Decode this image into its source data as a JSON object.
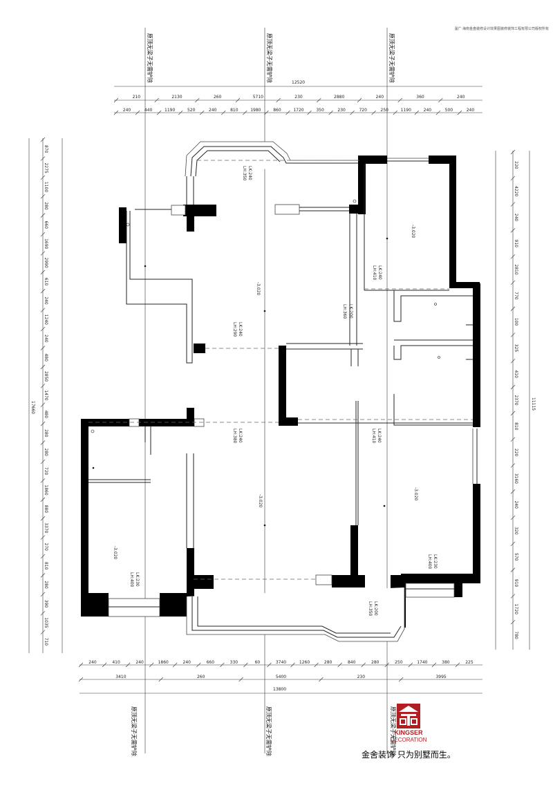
{
  "header": {
    "note": "温广·海南金盘装修设计效果图装修装饰工程有限公司版权所有"
  },
  "beam_notes": {
    "top_left": "原顶无梁子无需铲除",
    "top_mid": "原顶无梁子无需铲除",
    "top_right": "原顶无梁子无需铲除",
    "bottom_left": "原顶无梁子无需铲除",
    "bottom_mid": "原顶无梁子无需铲除",
    "bottom_right": "原顶无梁子无需铲除"
  },
  "dims_top": {
    "total": "12520",
    "row1": [
      "210",
      "2130",
      "260",
      "5710",
      "230",
      "2880",
      "240",
      "360",
      "240"
    ],
    "row2": [
      "240",
      "440",
      "1190",
      "520",
      "240",
      "810",
      "1980",
      "860",
      "1720",
      "350",
      "230",
      "720",
      "250",
      "1190",
      "240",
      "500",
      "240"
    ]
  },
  "dims_bottom": {
    "total": "13800",
    "row1": [
      "240",
      "410",
      "240",
      "1860",
      "240",
      "660",
      "330",
      "60",
      "3740",
      "1260",
      "280",
      "840",
      "280",
      "250",
      "1740",
      "380",
      "225"
    ],
    "row2": [
      "3410",
      "260",
      "5400",
      "230",
      "3995"
    ]
  },
  "dims_left": {
    "total": "17660",
    "row1": [
      "870",
      "2275",
      "1100",
      "280",
      "660",
      "1690",
      "2990",
      "610",
      "240",
      "1240",
      "240",
      "480",
      "2850",
      "1470",
      "480",
      "280",
      "280",
      "720",
      "1860",
      "880",
      "3370",
      "270",
      "810",
      "280",
      "390",
      "1035",
      "710"
    ]
  },
  "dims_right": {
    "total": "11115",
    "row1": [
      "220",
      "4220",
      "240",
      "910",
      "2810",
      "770",
      "100",
      "325",
      "410",
      "2370",
      "810",
      "220",
      "3160",
      "240",
      "320",
      "570",
      "910",
      "1720",
      "780"
    ]
  },
  "rooms": [
    {
      "name": "living-room",
      "elevation": "-3.020",
      "window": "LK:240",
      "height": "LH:350"
    },
    {
      "name": "master-bedroom",
      "elevation": "-3.020",
      "window": "LK:240",
      "height": "LH:410"
    },
    {
      "name": "kitchen-passage",
      "elevation": "",
      "window": "LK:200",
      "height": "LH:360"
    },
    {
      "name": "left-hall",
      "elevation": "",
      "window": "LK:240",
      "height": "LH:290"
    },
    {
      "name": "dining-room",
      "elevation": "-3.020",
      "window": "LK:240",
      "height": "LH:380"
    },
    {
      "name": "right-bedroom",
      "elevation": "-3.020",
      "window": "LK:240",
      "height": "LH:410"
    },
    {
      "name": "right-bedroom-window",
      "elevation": "",
      "window": "LK:230",
      "height": "LH:400"
    },
    {
      "name": "left-bedroom",
      "elevation": "-3.020",
      "window": "LK:230",
      "height": "LH:400"
    },
    {
      "name": "bay-window",
      "elevation": "",
      "window": "LK:200",
      "height": "LH:350"
    }
  ],
  "brand": {
    "name_en_1": "KINGSER",
    "name_en_2": "DECORATION",
    "slogan": "金舍装饰 只为别墅而生。",
    "color": "#b01e23"
  }
}
